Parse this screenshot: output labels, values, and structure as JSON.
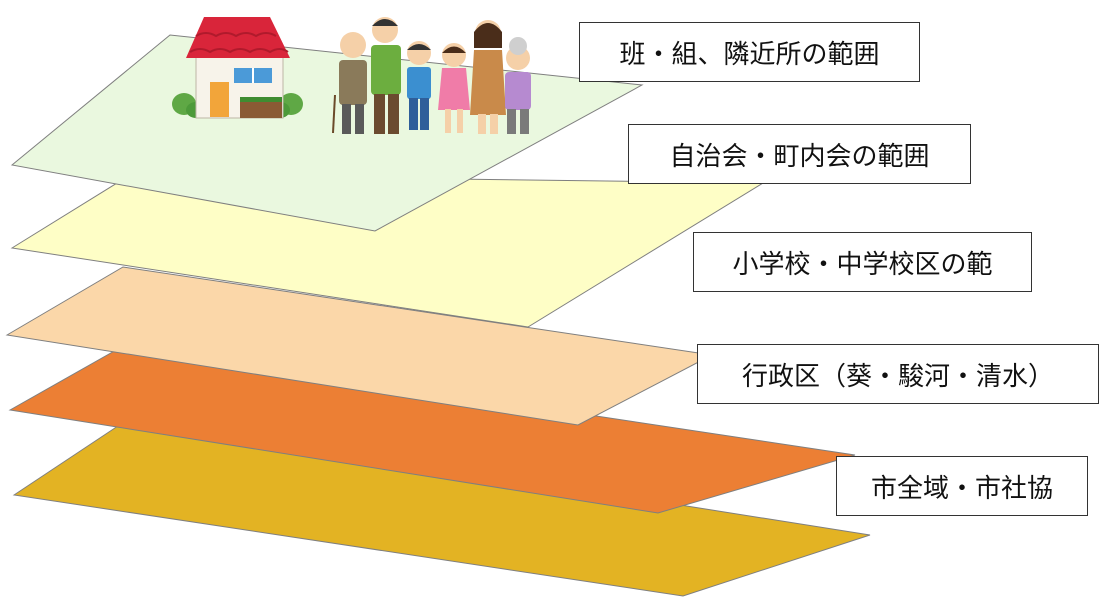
{
  "layers": [
    {
      "label": "班・組、隣近所の範囲",
      "color": "#eaf8df"
    },
    {
      "label": "自治会・町内会の範囲",
      "color": "#fefec6"
    },
    {
      "label": "小学校・中学校区の範",
      "color": "#fbd7a9"
    },
    {
      "label": "行政区（葵・駿河・清水）",
      "color": "#ec7f34"
    },
    {
      "label": "市全域・市社協",
      "color": "#e3b323"
    }
  ],
  "illustration": {
    "house": "house-illustration",
    "family": "family-illustration"
  }
}
